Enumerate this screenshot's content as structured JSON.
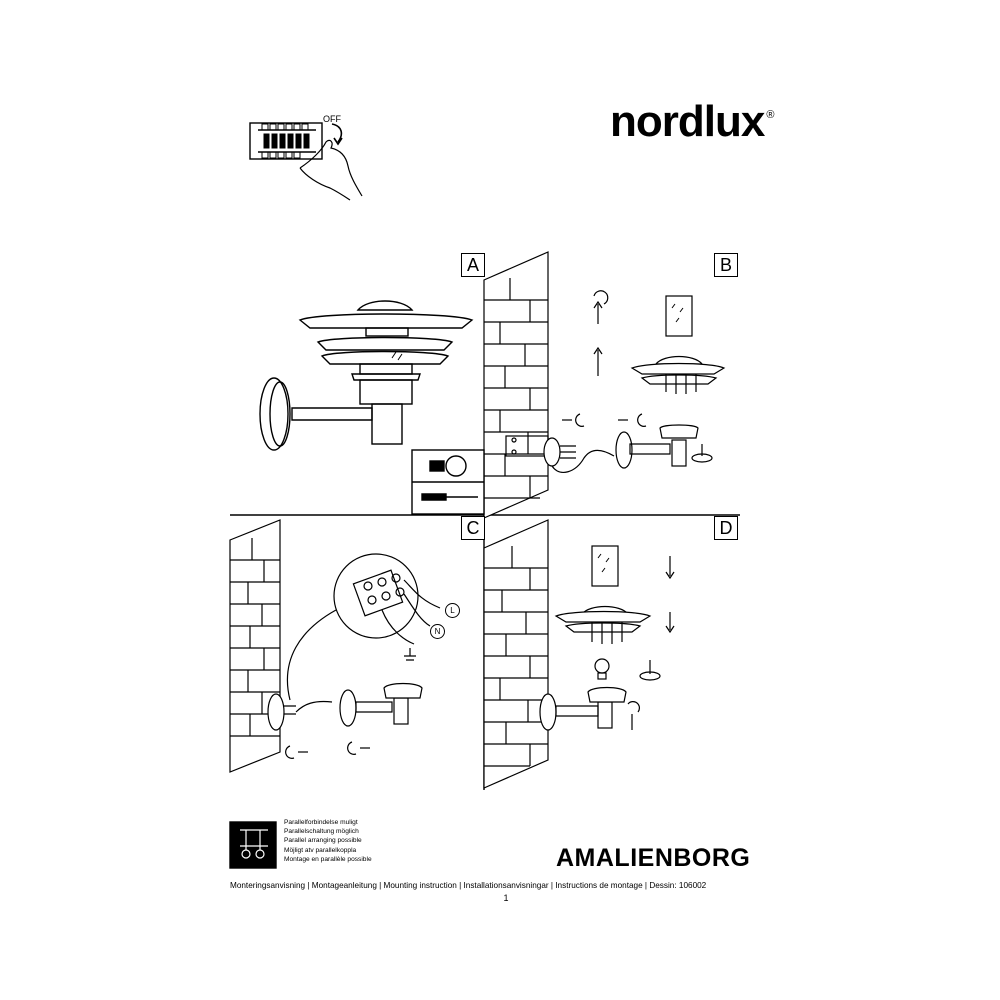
{
  "brand": {
    "name": "nordlux",
    "mark": "®"
  },
  "power": {
    "label": "OFF"
  },
  "panels": [
    {
      "id": "A",
      "label": "A"
    },
    {
      "id": "B",
      "label": "B"
    },
    {
      "id": "C",
      "label": "C"
    },
    {
      "id": "D",
      "label": "D"
    }
  ],
  "wiring": {
    "live": "L",
    "neutral": "N"
  },
  "parallel": {
    "lines": [
      "Parallelforbindelse muligt",
      "Parallelschaltung möglich",
      "Parallel arranging possible",
      "Möjligt atv parallelkoppla",
      "Montage en parallèle possible"
    ]
  },
  "product": {
    "name": "AMALIENBORG"
  },
  "footer": {
    "line": "Monteringsanvisning | Montageanleitung | Mounting instruction | Installationsanvisningar | Instructions de montage | Dessin: 106002",
    "page": "1"
  },
  "colors": {
    "ink": "#000000",
    "paper": "#ffffff"
  }
}
